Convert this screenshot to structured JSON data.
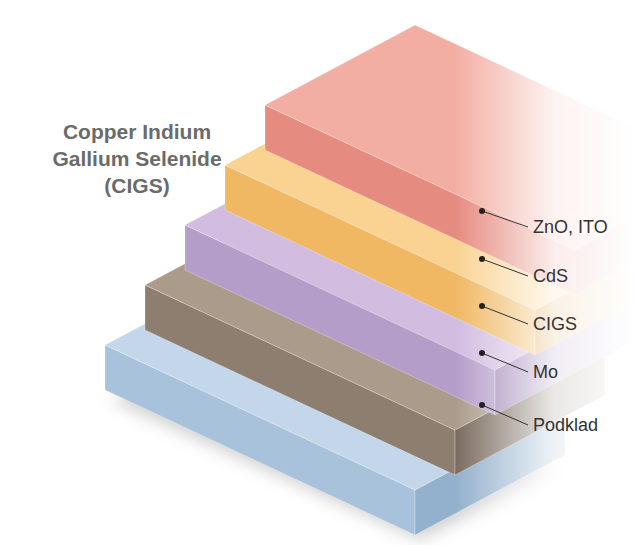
{
  "diagram": {
    "title": "Copper Indium Gallium Selenide (CIGS)",
    "labels": [
      "ZnO, ITO",
      "CdS",
      "CIGS",
      "Mo",
      "Podklad"
    ]
  }
}
